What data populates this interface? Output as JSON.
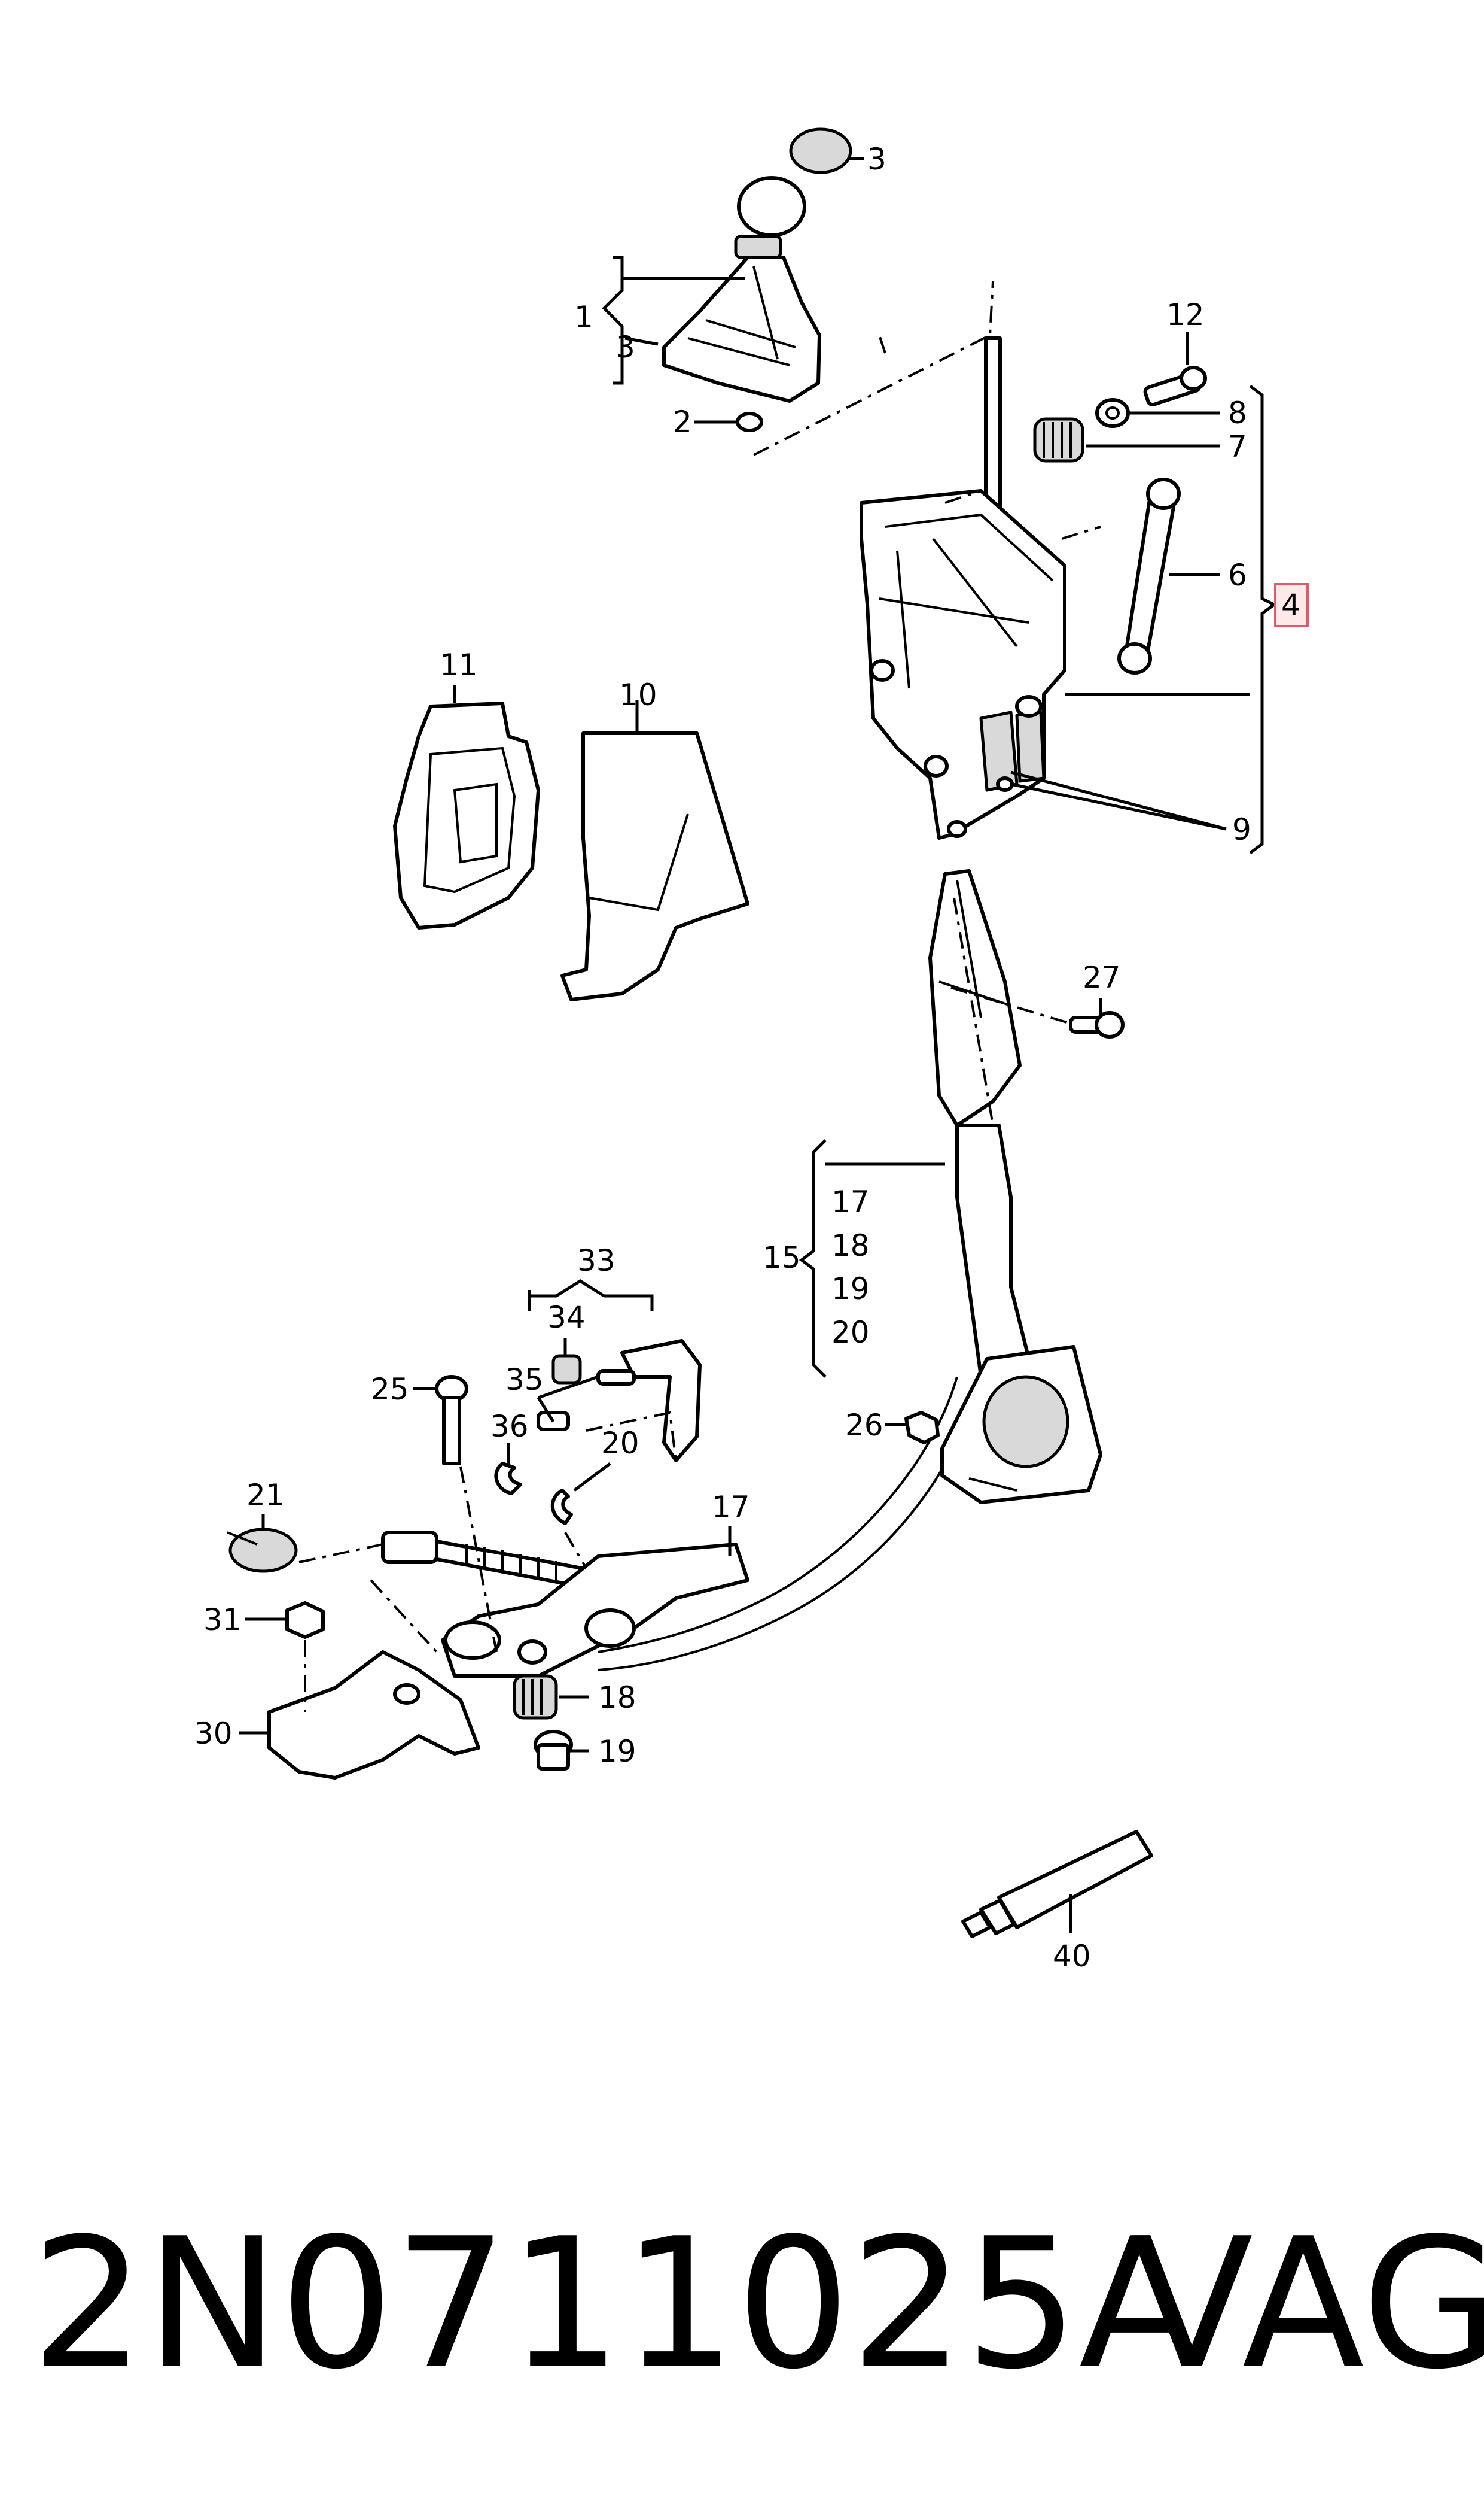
{
  "diagram": {
    "callouts": {
      "c1": "1",
      "c2": "2",
      "c3a": "3",
      "c3b": "3",
      "c4": "4",
      "c6": "6",
      "c7": "7",
      "c8": "8",
      "c9": "9",
      "c10": "10",
      "c11": "11",
      "c12": "12",
      "c15": "15",
      "c17a": "17",
      "c18a": "18",
      "c19a": "19",
      "c20a": "20",
      "c17b": "17",
      "c18b": "18",
      "c19b": "19",
      "c20b": "20",
      "c21": "21",
      "c25": "25",
      "c26": "26",
      "c27": "27",
      "c30": "30",
      "c31": "31",
      "c33": "33",
      "c34": "34",
      "c35": "35",
      "c36": "36",
      "c40": "40"
    },
    "highlight_color": "#e05a6a"
  },
  "footer": {
    "part_number": "2N0711025A",
    "brand": "VAG"
  }
}
